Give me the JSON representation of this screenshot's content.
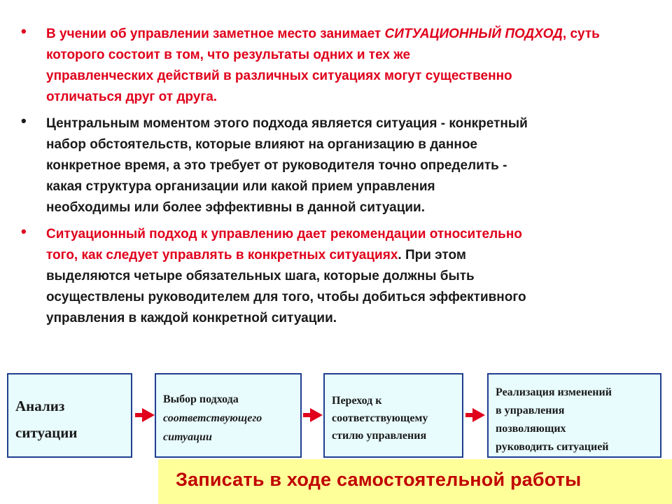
{
  "bullets": [
    {
      "marker": "•",
      "lead": "В учении об управлении заметное место занимает ",
      "emph": "СИТУАЦИОННЫЙ ПОДХОД",
      "rest": ", суть которого состоит в том, что результаты одних и тех же\nуправленческих действий в различных ситуациях могут существенно\nотличаться друг от друга.",
      "color": "#e0001b"
    },
    {
      "marker": "•",
      "text": "Центральным моментом этого подхода является ситуация - конкретный\nнабор обстоятельств, которые влияют на организацию в данное\nконкретное время, а это требует от руководителя точно определить -\nкакая структура организации или какой прием управления\nнеобходимы или более эффективны в данной ситуации.",
      "color": "#1a1a1a"
    },
    {
      "marker": "•",
      "red": "Ситуационный подход к управлению дает рекомендации относительно\nтого, как следует управлять в конкретных ситуациях",
      "dark": ". При этом\nвыделяются четыре обязательных шага, которые должны быть\nосуществлены руководителем для того, чтобы добиться эффективного\nуправления в каждой конкретной ситуации.",
      "color": "#e0001b"
    }
  ],
  "steps": [
    {
      "lines": [
        "Анализ",
        "ситуации"
      ]
    },
    {
      "lines": [
        "Выбор подхода",
        "соответствующего",
        "ситуации"
      ]
    },
    {
      "lines": [
        "Переход к",
        "соответствующему",
        "стилю управления"
      ]
    },
    {
      "lines": [
        "Реализация изменений",
        "в управления",
        "позволяющих",
        "руководить ситуацией"
      ]
    }
  ],
  "arrow_color": "#e0001b",
  "footer": {
    "text": "Записать в ходе самостоятельной работы"
  }
}
